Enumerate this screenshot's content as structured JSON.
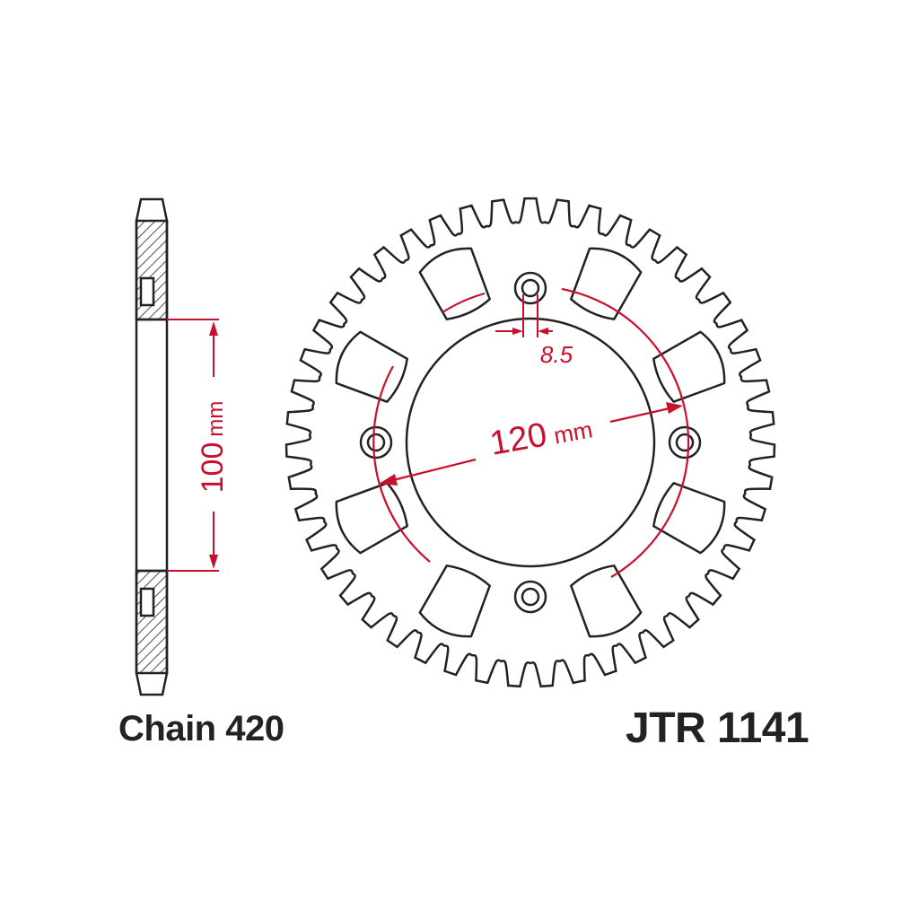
{
  "labels": {
    "chain": "Chain 420",
    "part_number": "JTR 1141",
    "center_bore_value": "120",
    "center_bore_unit": "mm",
    "bolt_hole_value": "8.5",
    "hub_height_value": "100",
    "hub_height_unit": "mm"
  },
  "colors": {
    "outline": "#222222",
    "dimension": "#c8102e",
    "background": "#ffffff"
  },
  "sprocket": {
    "teeth": 47,
    "bolt_holes": 4,
    "lightening_cutouts": 8
  }
}
